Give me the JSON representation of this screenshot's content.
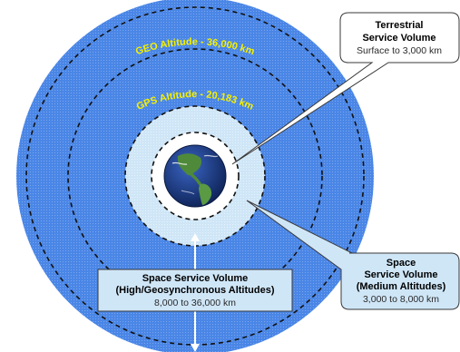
{
  "labels": {
    "geo_altitude": "GEO Altitude - 36,000 km",
    "gps_altitude": "GPS Altitude - 20,183 km"
  },
  "callouts": {
    "terrestrial": {
      "title_line1": "Terrestrial",
      "title_line2": "Service Volume",
      "range": "Surface to 3,000 km"
    },
    "medium": {
      "title_line1": "Space",
      "title_line2": "Service Volume",
      "title_line3": "(Medium Altitudes)",
      "range": "3,000 to 8,000 km"
    },
    "high": {
      "title_line1": "Space Service Volume",
      "title_line2": "(High/Geosynchronous Altitudes)",
      "range": "8,000 to 36,000 km"
    }
  },
  "colors": {
    "outer_volume": "#4a86e6",
    "inner_volume": "#cfe6f7",
    "label_yellow": "#f5f000",
    "earth_ocean": "#1d3f8f",
    "earth_land": "#4f8a3a",
    "callout_border": "#3a3a3a"
  }
}
